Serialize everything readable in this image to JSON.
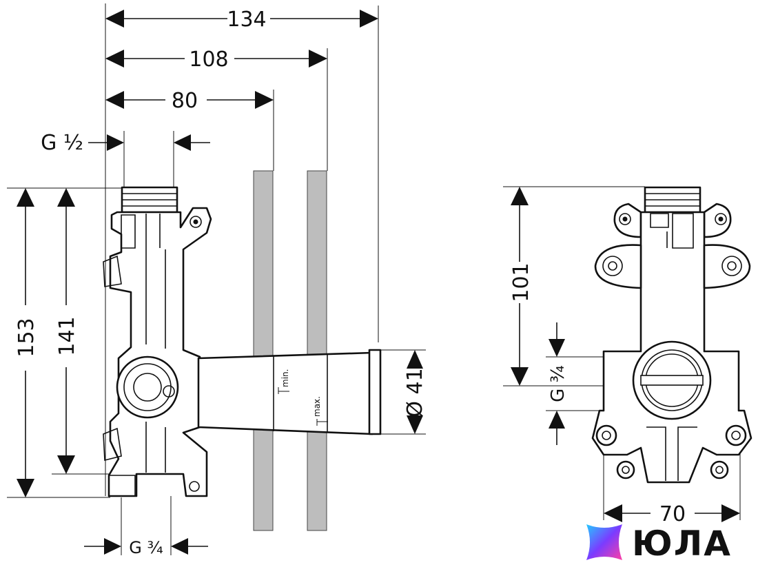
{
  "side_view": {
    "dim_134": "134",
    "dim_108": "108",
    "dim_80": "80",
    "thread_top": "G ½",
    "thread_bottom": "G ¾",
    "height_153": "153",
    "height_141": "141",
    "label_min": "min.",
    "label_max": "max.",
    "diameter": "Ø 41"
  },
  "front_view": {
    "height_101": "101",
    "thread_side": "G ¾",
    "width_70": "70"
  },
  "watermark": {
    "text": "ЮЛА",
    "colors": [
      "#ff3fa4",
      "#7a3cff",
      "#25c9ff"
    ]
  }
}
